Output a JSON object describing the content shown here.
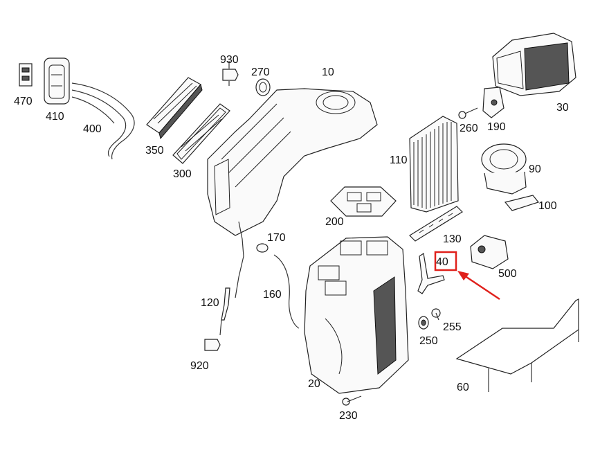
{
  "callouts": {
    "p470": "470",
    "p410": "410",
    "p400": "400",
    "p350": "350",
    "p300": "300",
    "p930": "930",
    "p270": "270",
    "p10": "10",
    "p30": "30",
    "p260": "260",
    "p190": "190",
    "p110": "110",
    "p90": "90",
    "p100": "100",
    "p200": "200",
    "p130": "130",
    "p170": "170",
    "p40": "40",
    "p500": "500",
    "p120": "120",
    "p160": "160",
    "p255": "255",
    "p250": "250",
    "p920": "920",
    "p20": "20",
    "p60": "60",
    "p230": "230"
  },
  "highlight": {
    "part": "40",
    "box_color": "#e0201b",
    "arrow_color": "#e0201b"
  }
}
